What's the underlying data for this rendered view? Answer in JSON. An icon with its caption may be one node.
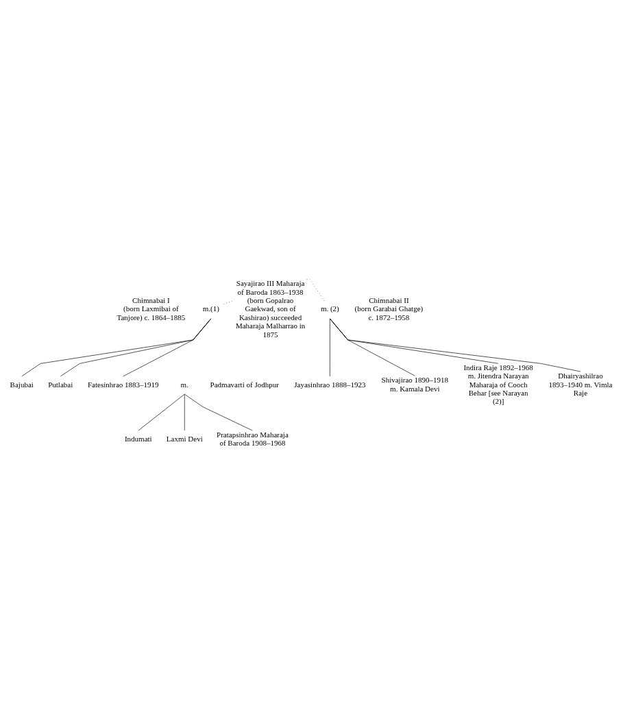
{
  "diagram": {
    "nodes": [
      {
        "text": [
          "Chimnabai I",
          "(born Laxmibai of Tanjore) c. 1864–1885"
        ]
      },
      {
        "text": [
          "m.(1)"
        ]
      },
      {
        "text": [
          "Sayajirao III Maharaja of Baroda 1863–1938 (born Gopalrao Gaekwad, son of Kashirao) succeeded Maharaja Malharrao in 1875"
        ]
      },
      {
        "text": [
          "m. (2)"
        ]
      },
      {
        "text": [
          "Chimnabai II",
          "(born Garabai Ghatge) c. 1872–1958"
        ]
      },
      {
        "text": [
          "Putlabai"
        ]
      },
      {
        "text": [
          "Shivajirao 1890–1918 m. Kamala Devi"
        ]
      },
      {
        "text": [
          "Dhairyashilrao 1893–1940 m. Vimla Raje"
        ]
      },
      {
        "text": [
          "Bajubai"
        ]
      },
      {
        "text": [
          "Fatesinhrao 1883–1919"
        ]
      },
      {
        "text": [
          "m."
        ]
      },
      {
        "text": [
          "Padmavarti of Jodhpur"
        ]
      },
      {
        "text": [
          "Jayasinhrao 1888–1923"
        ]
      },
      {
        "text": [
          "Indira Raje 1892–1968 m. Jitendra Narayan Maharaja of Cooch Behar [see Narayan (2)]"
        ]
      },
      {
        "text": [
          "Indumati"
        ]
      },
      {
        "text": [
          "Laxmi Devi"
        ]
      },
      {
        "text": [
          "Pratapsinhrao Maharaja of Baroda 1908–1968"
        ]
      }
    ],
    "edges": [
      {
        "from": 1,
        "to": 2,
        "arrow": "none",
        "style": "dashed"
      },
      {
        "from": 2,
        "to": 3,
        "arrow": "none",
        "style": "dashed"
      },
      {
        "from": 1,
        "to": 8,
        "arrow": "none"
      },
      {
        "from": 1,
        "to": 5,
        "arrow": "none"
      },
      {
        "from": 1,
        "to": 9,
        "arrow": "none"
      },
      {
        "from": 3,
        "to": 12,
        "arrow": "none"
      },
      {
        "from": 3,
        "to": 6,
        "arrow": "none"
      },
      {
        "from": 3,
        "to": 13,
        "arrow": "none"
      },
      {
        "from": 3,
        "to": 7,
        "arrow": "none"
      },
      {
        "from": 10,
        "to": 14,
        "arrow": "none"
      },
      {
        "from": 10,
        "to": 15,
        "arrow": "none"
      },
      {
        "from": 10,
        "to": 16,
        "arrow": "none"
      }
    ]
  }
}
